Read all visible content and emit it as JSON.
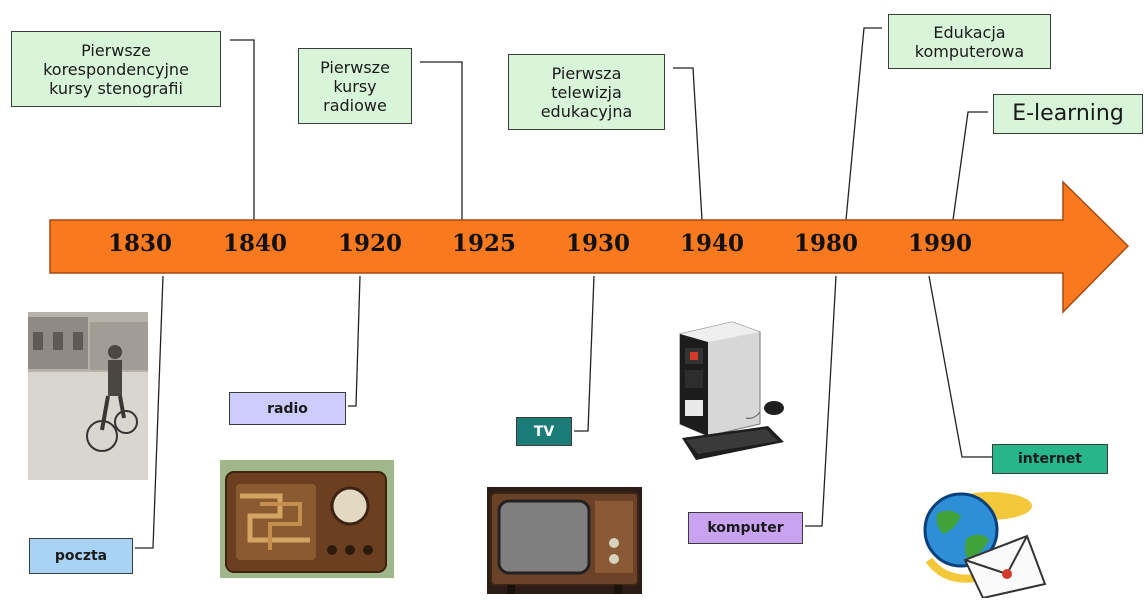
{
  "years": [
    "1830",
    "1840",
    "1920",
    "1925",
    "1930",
    "1940",
    "1980",
    "1990"
  ],
  "top_boxes": {
    "stenografia": "Pierwsze\nkorespondencyjne\nkursy stenografii",
    "radiowe": "Pierwsze\nkursy\nradiowe",
    "telewizja": "Pierwsza\ntelewizja\nedukacyjna",
    "komputerowa": "Edukacja\nkomputerowa",
    "elearning": "E-learning"
  },
  "bottom_labels": {
    "poczta": "poczta",
    "radio": "radio",
    "tv": "TV",
    "komputer": "komputer",
    "internet": "internet"
  },
  "colors": {
    "arrow": "#f97a1e",
    "green_box": "#d9f5d9",
    "poczta_box": "#a9d3f5",
    "radio_box": "#ccccff",
    "tv_box": "#1c7c78",
    "komputer_box": "#c9a3ef",
    "internet_box": "#26b68a"
  },
  "icons": [
    "cyclist-photo",
    "vintage-radio-photo",
    "vintage-tv-photo",
    "desktop-computer-icon",
    "globe-email-icon"
  ]
}
